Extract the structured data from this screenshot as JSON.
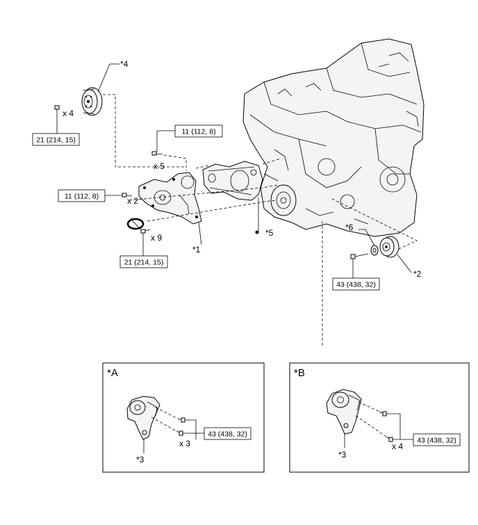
{
  "labels": {
    "part4": "*4",
    "part5": "*5",
    "part1": "*1",
    "part6": "*6",
    "part2": "*2",
    "partA3": "*3",
    "partB3": "*3"
  },
  "counts": {
    "pulley_bolts": "x 4",
    "upper_bolts": "x 5",
    "left_bolts": "x 2",
    "lower_bolts": "x 9",
    "boxA_bolts": "x 3",
    "boxB_bolts": "x 4"
  },
  "torques": {
    "pulley": "21 (214, 15)",
    "upper": "11 (112, 8)",
    "left": "11 (112, 8)",
    "lower": "21 (214, 15)",
    "idler": "43 (438, 32)",
    "boxA": "43 (438, 32)",
    "boxB": "43 (438, 32)"
  },
  "boxes": {
    "a_title": "*A",
    "b_title": "*B"
  }
}
